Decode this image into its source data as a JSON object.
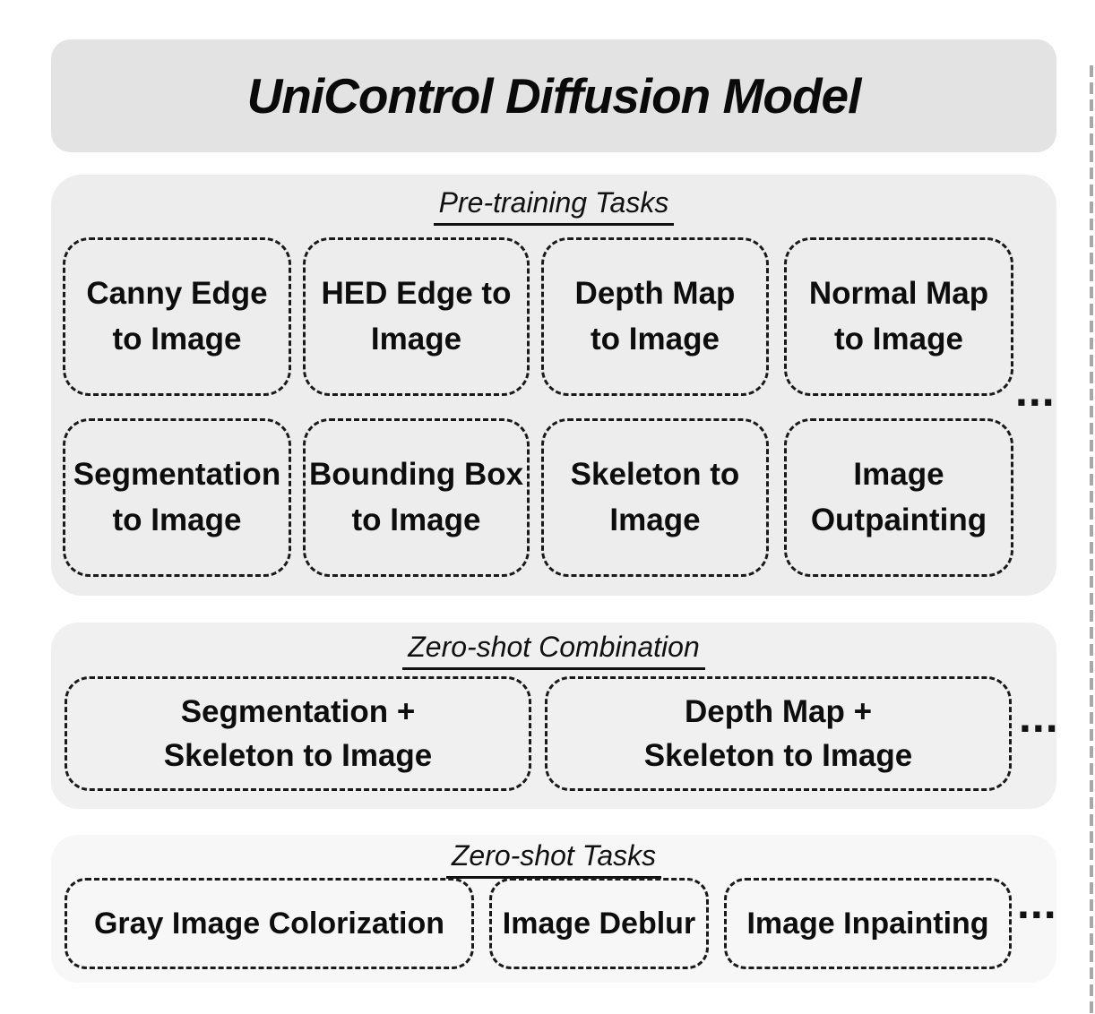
{
  "figure": {
    "title": "UniControl Diffusion Model",
    "colors": {
      "page_bg": "#ffffff",
      "title_card_bg": "#e3e3e3",
      "pretraining_bg": "#ededed",
      "combination_bg": "#f0f0f0",
      "zeroshot_bg": "#f7f7f7",
      "box_border": "#1a1a1a",
      "text": "#0d0d0d",
      "divider": "#a8a8a8"
    },
    "pretraining": {
      "heading": "Pre-training Tasks",
      "ellipsis": "...",
      "boxes": [
        {
          "lines": [
            "Canny Edge",
            "to Image"
          ]
        },
        {
          "lines": [
            "HED Edge to",
            "Image"
          ]
        },
        {
          "lines": [
            "Depth Map",
            "to Image"
          ]
        },
        {
          "lines": [
            "Normal Map",
            "to Image"
          ]
        },
        {
          "lines": [
            "Segmentation",
            "to Image"
          ]
        },
        {
          "lines": [
            "Bounding Box",
            "to Image"
          ]
        },
        {
          "lines": [
            "Skeleton to",
            "Image"
          ]
        },
        {
          "lines": [
            "Image",
            "Outpainting"
          ]
        }
      ]
    },
    "combination": {
      "heading": "Zero-shot Combination",
      "ellipsis": "...",
      "boxes": [
        {
          "lines": [
            "Segmentation +",
            "Skeleton to Image"
          ]
        },
        {
          "lines": [
            "Depth Map +",
            "Skeleton to Image"
          ]
        }
      ]
    },
    "zeroshot": {
      "heading": "Zero-shot Tasks",
      "ellipsis": "...",
      "boxes": [
        {
          "lines": [
            "Gray Image Colorization"
          ]
        },
        {
          "lines": [
            "Image Deblur"
          ]
        },
        {
          "lines": [
            "Image Inpainting"
          ]
        }
      ]
    }
  }
}
